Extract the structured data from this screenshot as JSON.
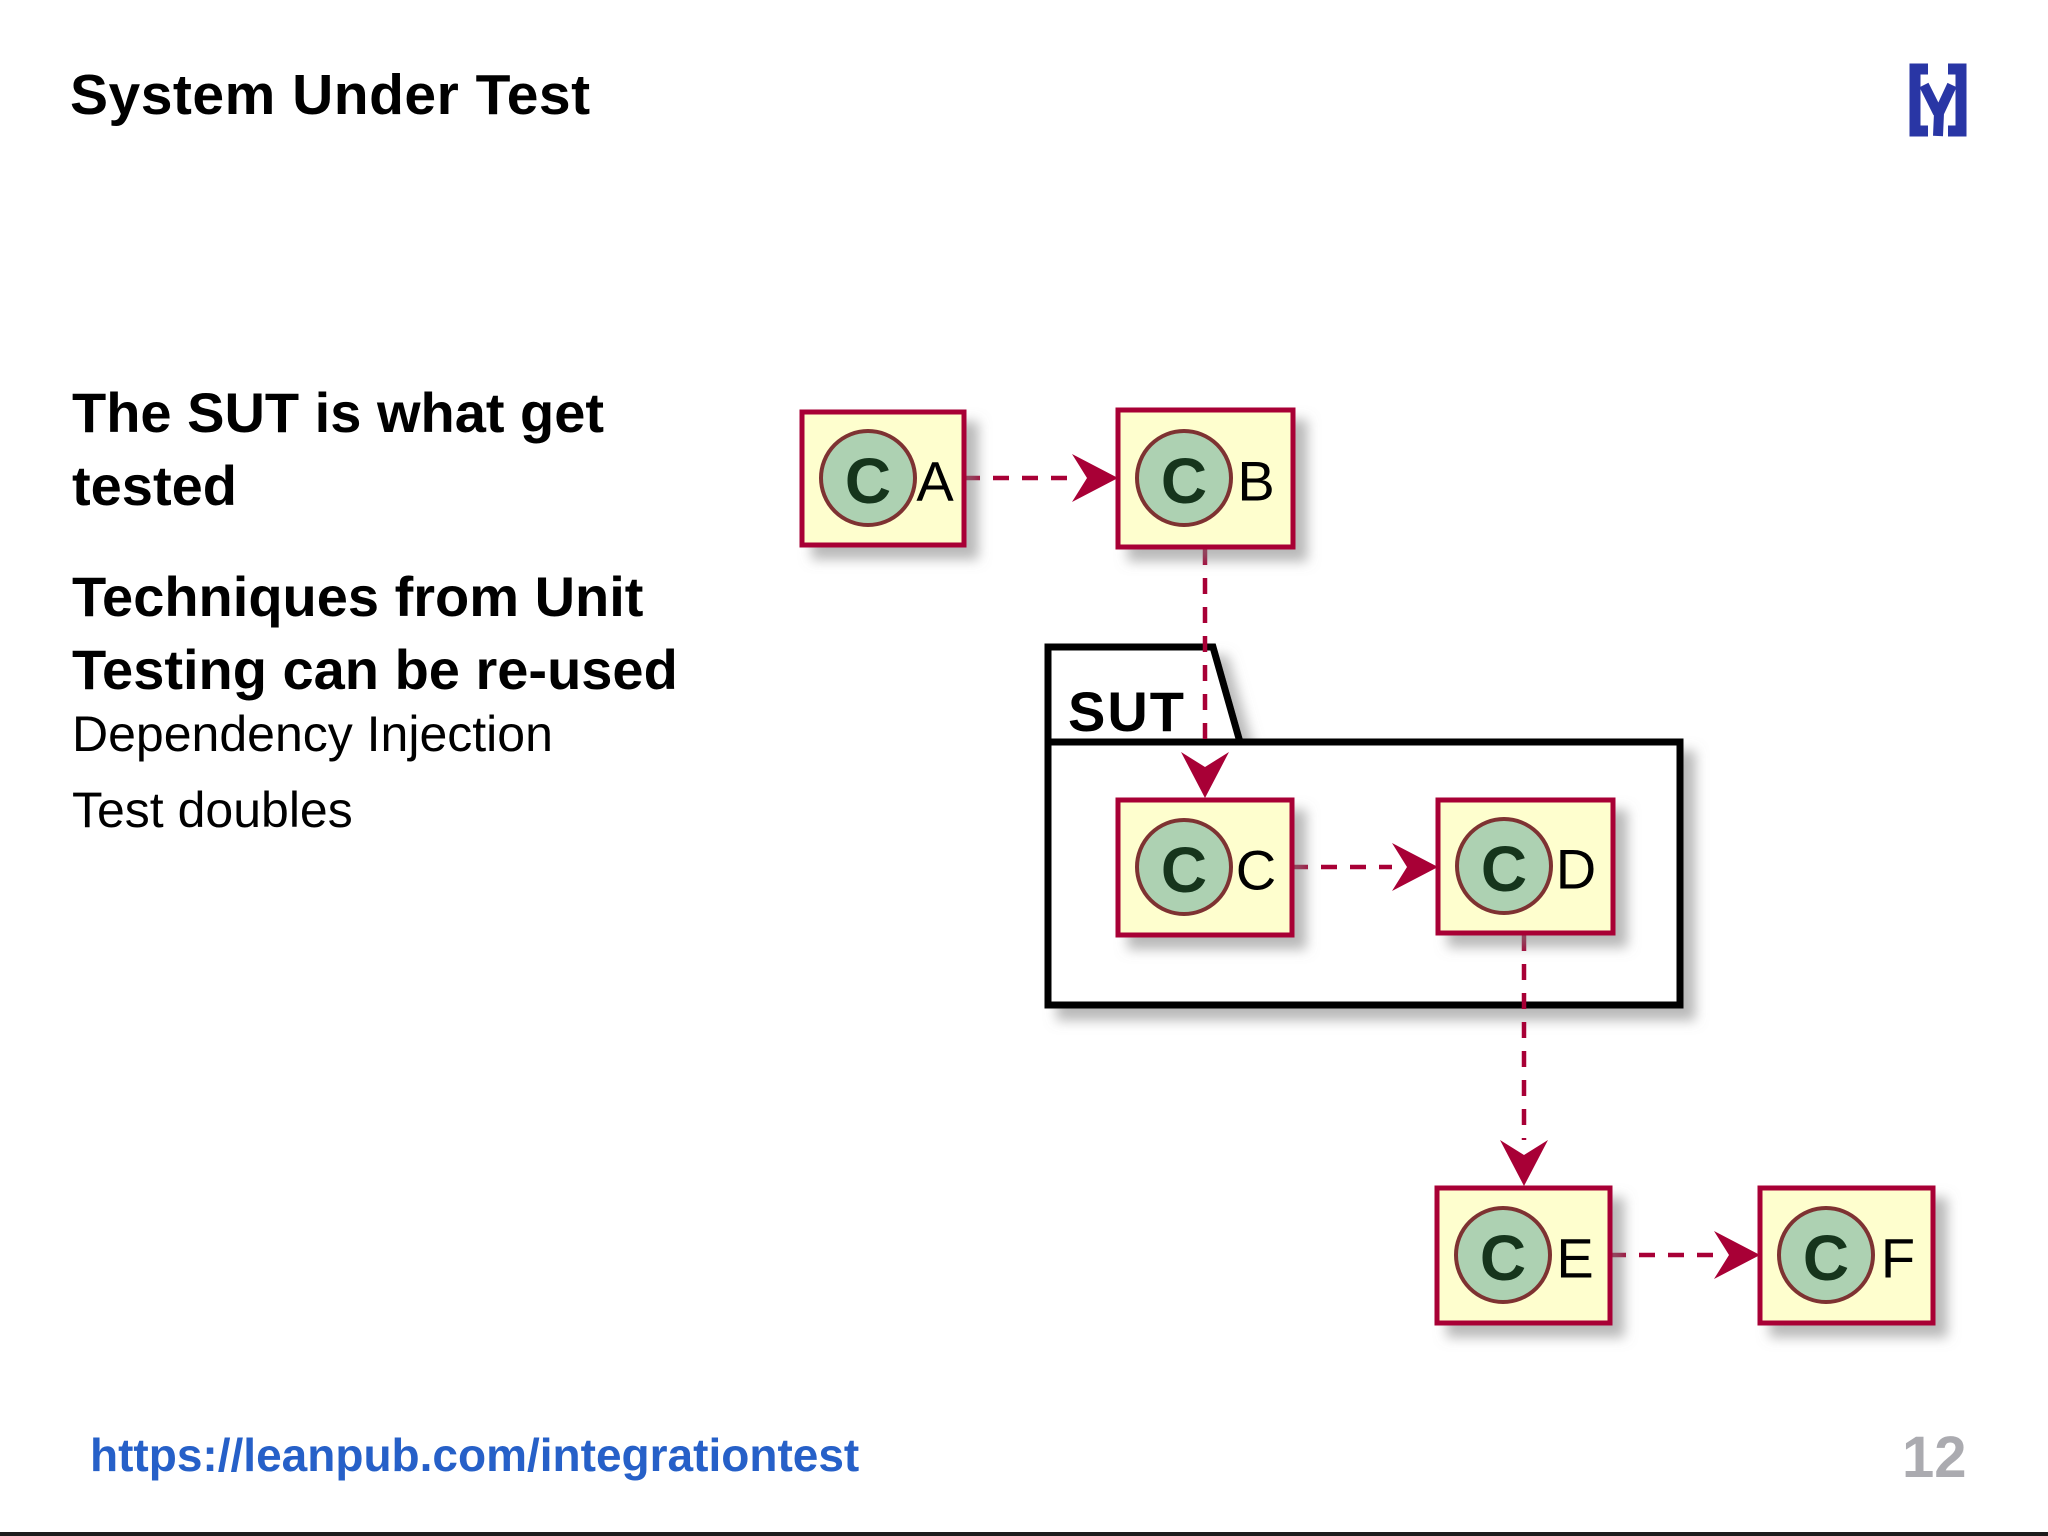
{
  "slide": {
    "title": "System Under Test",
    "page_number": "12",
    "footer_url": "https://leanpub.com/integrationtest"
  },
  "content": {
    "point1": "The SUT is what get\ntested",
    "point2": "Techniques from Unit\nTesting can be re-used",
    "sub_points": [
      "Dependency Injection",
      "Test doubles"
    ]
  },
  "logo": {
    "name": "bracket-gamma-logo",
    "glyph": "(γ)"
  },
  "diagram": {
    "package_label": "SUT",
    "class_icon_letter": "C",
    "nodes": [
      {
        "id": "A",
        "label": "A",
        "inside_sut": false
      },
      {
        "id": "B",
        "label": "B",
        "inside_sut": false
      },
      {
        "id": "C",
        "label": "C",
        "inside_sut": true
      },
      {
        "id": "D",
        "label": "D",
        "inside_sut": true
      },
      {
        "id": "E",
        "label": "E",
        "inside_sut": false
      },
      {
        "id": "F",
        "label": "F",
        "inside_sut": false
      }
    ],
    "edges": [
      {
        "from": "A",
        "to": "B",
        "style": "dashed-arrow"
      },
      {
        "from": "B",
        "to": "C",
        "style": "dashed-arrow"
      },
      {
        "from": "C",
        "to": "D",
        "style": "dashed-arrow"
      },
      {
        "from": "D",
        "to": "E",
        "style": "dashed-arrow"
      },
      {
        "from": "E",
        "to": "F",
        "style": "dashed-arrow"
      }
    ]
  },
  "colors": {
    "crimson": "#A80036",
    "box-fill": "#FEFECE",
    "circle-fill": "#ADD1B2",
    "circle-stroke": "#7E3030",
    "icon-letter": "#12351F",
    "package-border": "#000000",
    "logo-blue": "#2936A5",
    "url-blue": "#2660C8",
    "page-gray": "#ABABB0",
    "text-black": "#000000"
  }
}
